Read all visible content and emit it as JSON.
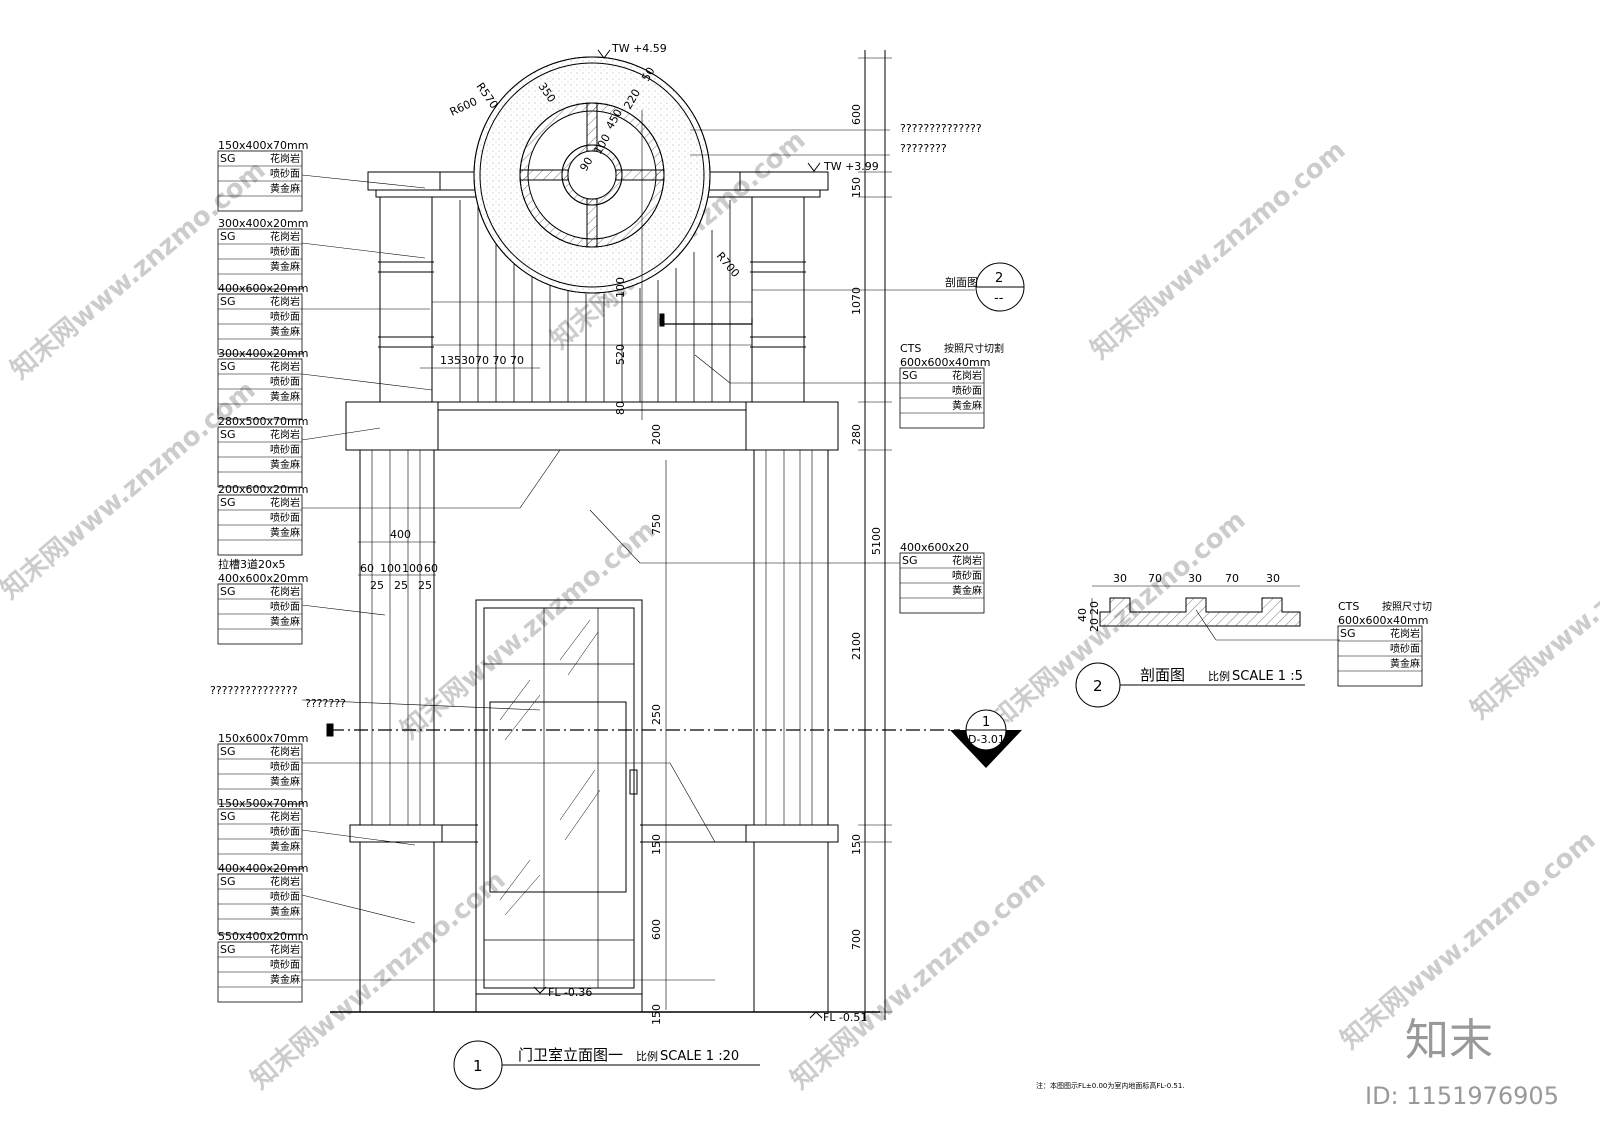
{
  "elevation": {
    "top_level": "TW +4.59",
    "cornice_level": "TW +3.99",
    "door_level": "FL -0.36",
    "ground_level": "FL -0.51",
    "radii": [
      "R570",
      "R600",
      "R700"
    ],
    "circle_dims": [
      "350",
      "90",
      "100",
      "450",
      "220",
      "50"
    ],
    "railing_dims": "1353070 70 70",
    "pier_dims": {
      "width": "400",
      "split": [
        "60",
        "100",
        "100",
        "60"
      ],
      "joints": [
        "25",
        "25",
        "25"
      ]
    },
    "inner_dims": [
      "100",
      "520",
      "80",
      "200",
      "750",
      "250",
      "150",
      "600",
      "150"
    ],
    "overall_dims": [
      "600",
      "150",
      "1070",
      "280",
      "5100",
      "2100",
      "150",
      "700"
    ],
    "notes_top": [
      "??????????????",
      "????????"
    ],
    "notes_mid": [
      "???????????????",
      "???????"
    ],
    "section_marker": {
      "label": "剖面图",
      "num": "2",
      "sheet": "--"
    },
    "detail_marker": {
      "num": "1",
      "sheet": "D-3.01"
    },
    "title": "门卫室立面图一",
    "scale_label": "比例",
    "scale": "SCALE 1 :20",
    "number": "1"
  },
  "left_labels": [
    {
      "size": "150x400x70mm",
      "code": "SG",
      "rows": [
        "花岗岩",
        "喷砂面",
        "黄金麻"
      ]
    },
    {
      "size": "300x400x20mm",
      "code": "SG",
      "rows": [
        "花岗岩",
        "喷砂面",
        "黄金麻"
      ]
    },
    {
      "size": "400x600x20mm",
      "code": "SG",
      "rows": [
        "花岗岩",
        "喷砂面",
        "黄金麻"
      ]
    },
    {
      "size": "300x400x20mm",
      "code": "SG",
      "rows": [
        "花岗岩",
        "喷砂面",
        "黄金麻"
      ]
    },
    {
      "size": "280x500x70mm",
      "code": "SG",
      "rows": [
        "花岗岩",
        "喷砂面",
        "黄金麻"
      ]
    },
    {
      "size": "200x600x20mm",
      "code": "SG",
      "rows": [
        "花岗岩",
        "喷砂面",
        "黄金麻"
      ]
    },
    {
      "size": "400x600x20mm",
      "code": "SG",
      "rows": [
        "花岗岩",
        "喷砂面",
        "黄金麻"
      ],
      "extra": "拉槽3道20x5"
    },
    {
      "size": "150x600x70mm",
      "code": "SG",
      "rows": [
        "花岗岩",
        "喷砂面",
        "黄金麻"
      ]
    },
    {
      "size": "150x500x70mm",
      "code": "SG",
      "rows": [
        "花岗岩",
        "喷砂面",
        "黄金麻"
      ]
    },
    {
      "size": "400x400x20mm",
      "code": "SG",
      "rows": [
        "花岗岩",
        "喷砂面",
        "黄金麻"
      ]
    },
    {
      "size": "550x400x20mm",
      "code": "SG",
      "rows": [
        "花岗岩",
        "喷砂面",
        "黄金麻"
      ]
    }
  ],
  "right_labels": [
    {
      "code_top": "CTS",
      "note": "按照尺寸切割",
      "size": "600x600x40mm",
      "code": "SG",
      "rows": [
        "花岗岩",
        "喷砂面",
        "黄金麻"
      ]
    },
    {
      "size": "400x600x20",
      "code": "SG",
      "rows": [
        "花岗岩",
        "喷砂面",
        "黄金麻"
      ]
    },
    {
      "code_top": "CTS",
      "note": "按照尺寸切",
      "size": "600x600x40mm",
      "code": "SG",
      "rows": [
        "花岗岩",
        "喷砂面",
        "黄金麻"
      ]
    }
  ],
  "section": {
    "dims_top": [
      "30",
      "70",
      "30",
      "70",
      "30"
    ],
    "dims_side": [
      "40",
      "20",
      "20"
    ],
    "title": "剖面图",
    "scale_label": "比例",
    "scale": "SCALE 1 :5",
    "number": "2"
  },
  "footnote": "注：本图图示FL±0.00为室内地面标高FL-0.51.",
  "watermark": {
    "text": "知末网www.znzmo.com",
    "brand": "知末",
    "id": "ID: 1151976905"
  }
}
